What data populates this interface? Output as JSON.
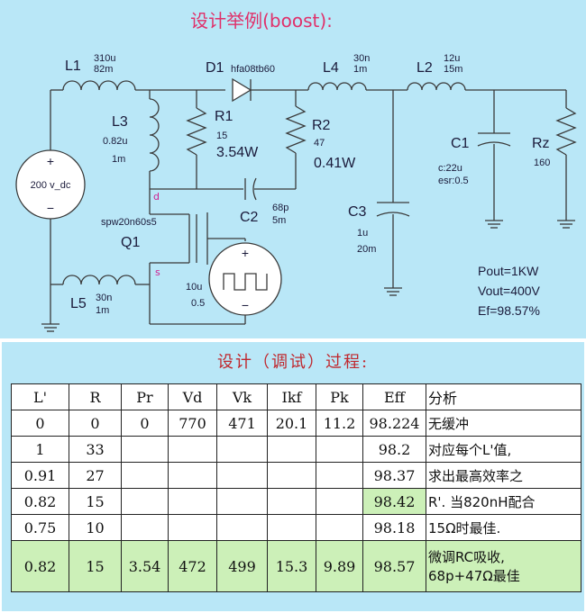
{
  "schematic": {
    "title": "设计举例(boost):",
    "L1": {
      "name": "L1",
      "v1": "310u",
      "v2": "82m"
    },
    "D1": {
      "name": "D1",
      "part": "hfa08tb60"
    },
    "L4": {
      "name": "L4",
      "v1": "30n",
      "v2": "1m"
    },
    "L2": {
      "name": "L2",
      "v1": "12u",
      "v2": "15m"
    },
    "L3": {
      "name": "L3",
      "v1": "0.82u",
      "v2": "1m"
    },
    "R1": {
      "name": "R1",
      "v1": "15",
      "v2": "3.54W"
    },
    "R2": {
      "name": "R2",
      "v1": "47",
      "v2": "0.41W"
    },
    "C1": {
      "name": "C1",
      "v1": "c:22u",
      "v2": "esr:0.5"
    },
    "Rz": {
      "name": "Rz",
      "v1": "160"
    },
    "C2": {
      "name": "C2",
      "v1": "68p",
      "v2": "5m"
    },
    "C3": {
      "name": "C3",
      "v1": "1u",
      "v2": "20m"
    },
    "Q1": {
      "name": "Q1",
      "part": "spw20n60s5"
    },
    "Vsrc": {
      "label": "200 v_dc"
    },
    "pulse": {
      "v1": "10u",
      "v2": "0.5"
    },
    "L5": {
      "name": "L5",
      "v1": "30n",
      "v2": "1m"
    },
    "node_d": "d",
    "node_s": "s",
    "results": [
      "Pout=1KW",
      "Vout=400V",
      "Ef=98.57%"
    ]
  },
  "process": {
    "title": "设计（调试）过程:",
    "headers": [
      "L'",
      "R",
      "Pr",
      "Vd",
      "Vk",
      "Ikf",
      "Pk",
      "Eff",
      "分析"
    ],
    "rows": [
      [
        "0",
        "0",
        "0",
        "770",
        "471",
        "20.1",
        "11.2",
        "98.224",
        "无缓冲"
      ],
      [
        "1",
        "33",
        "",
        "",
        "",
        "",
        "",
        "98.2",
        "对应每个L'值,"
      ],
      [
        "0.91",
        "27",
        "",
        "",
        "",
        "",
        "",
        "98.37",
        "求出最高效率之"
      ],
      [
        "0.82",
        "15",
        "",
        "",
        "",
        "",
        "",
        "98.42",
        "R'. 当820nH配合"
      ],
      [
        "0.75",
        "10",
        "",
        "",
        "",
        "",
        "",
        "98.18",
        "15Ω时最佳."
      ],
      [
        "0.82",
        "15",
        "3.54",
        "472",
        "499",
        "15.3",
        "9.89",
        "98.57",
        "微调RC吸收,\n68p+47Ω最佳"
      ]
    ],
    "highlight_color": "#ccf0b8"
  }
}
